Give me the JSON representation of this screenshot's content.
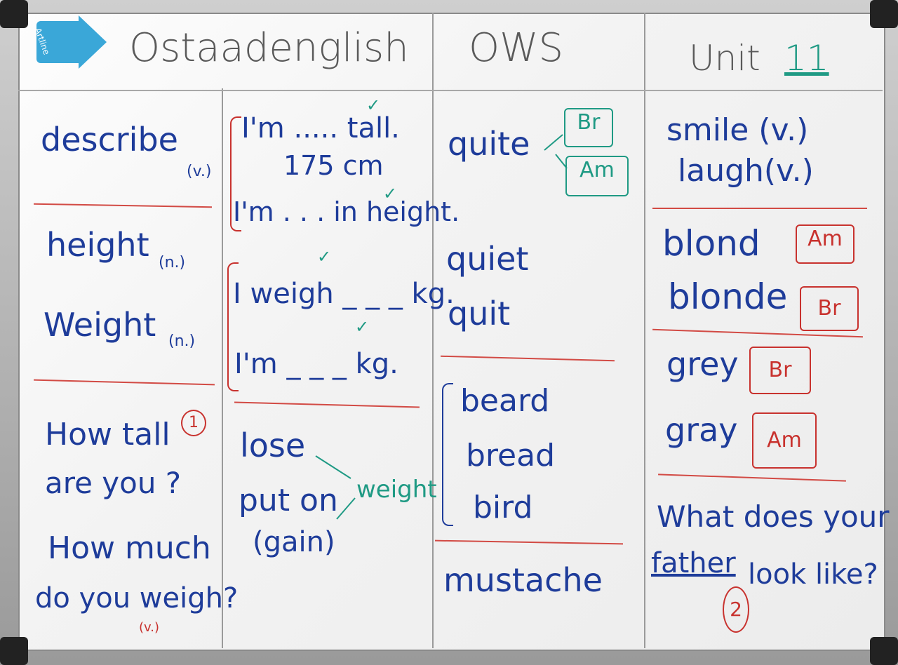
{
  "header": {
    "title": "Ostaadenglish",
    "center": "OWS",
    "unit_label": "Unit",
    "unit_number": "11",
    "eraser_brand": "Artline"
  },
  "col1": {
    "describe": "describe",
    "describe_pos": "(v.)",
    "height": "height",
    "height_pos": "(n.)",
    "weight": "Weight",
    "weight_pos": "(n.)",
    "q1_line1": "How tall",
    "q1_num": "1",
    "q1_line2": "are you ?",
    "q2_line1": "How much",
    "q2_line2": "do you weigh?",
    "q2_pos": "(v.)"
  },
  "col2": {
    "s1": "I'm ..... tall.",
    "s1b": "175 cm",
    "s2": "I'm . . . in height.",
    "s3": "I weigh _ _ _ kg.",
    "s4": "I'm _ _ _ kg.",
    "lose": "lose",
    "put_on": "put on",
    "gain": "(gain)",
    "weight": "weight"
  },
  "col3": {
    "quite": "quite",
    "br": "Br",
    "am": "Am",
    "quiet": "quiet",
    "quit": "quit",
    "beard": "beard",
    "bread": "bread",
    "bird": "bird",
    "mustache": "mustache"
  },
  "col4": {
    "smile": "smile (v.)",
    "laugh": "laugh(v.)",
    "blond": "blond",
    "blond_tag": "Am",
    "blonde": "blonde",
    "blonde_tag": "Br",
    "grey": "grey",
    "grey_tag": "Br",
    "gray": "gray",
    "gray_tag": "Am",
    "q_line1": "What does your",
    "q_line2a": "father",
    "q_line2b": "look like?",
    "q_num": "2"
  },
  "colors": {
    "ink_blue": "#1e3c9a",
    "ink_red": "#c8322e",
    "ink_teal": "#1f9a84",
    "ink_gray": "#5a5a5a"
  }
}
